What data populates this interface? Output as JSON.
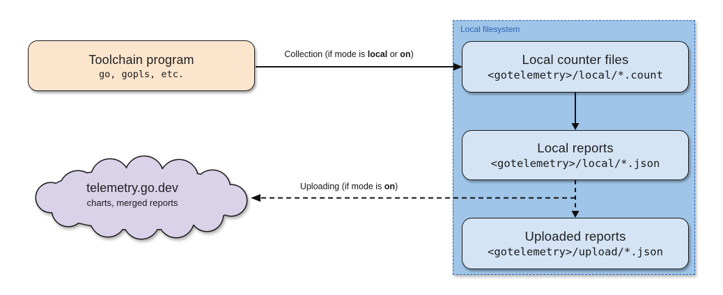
{
  "diagram": {
    "toolchain": {
      "title": "Toolchain program",
      "subtitle": "go, gopls, etc."
    },
    "container": {
      "label": "Local filesystem"
    },
    "counter_files": {
      "title": "Local counter files",
      "subtitle": "<gotelemetry>/local/*.count"
    },
    "local_reports": {
      "title": "Local reports",
      "subtitle": "<gotelemetry>/local/*.json"
    },
    "uploaded_reports": {
      "title": "Uploaded reports",
      "subtitle": "<gotelemetry>/upload/*.json"
    },
    "cloud": {
      "title": "telemetry.go.dev",
      "subtitle": "charts, merged reports"
    },
    "edges": {
      "collection": {
        "prefix": "Collection (if mode is ",
        "bold_local": "local",
        "middle": " or ",
        "bold_on": "on",
        "suffix": ")",
        "style": "solid"
      },
      "counter_to_reports": {
        "style": "solid"
      },
      "reports_to_uploaded": {
        "style": "dashed"
      },
      "uploading": {
        "prefix": "Uploading (if mode is ",
        "bold_on": "on",
        "suffix": ")",
        "style": "dashed"
      }
    },
    "colors": {
      "toolchain_fill": "#fce5cd",
      "container_fill": "#9fc5e8",
      "container_border": "#2b63b4",
      "container_label": "#2b63b4",
      "inner_box_fill": "#d4e4f5",
      "cloud_fill": "#d9d2e9",
      "outline": "#1a1a1a",
      "arrow": "#111111",
      "background": "#ffffff"
    }
  }
}
